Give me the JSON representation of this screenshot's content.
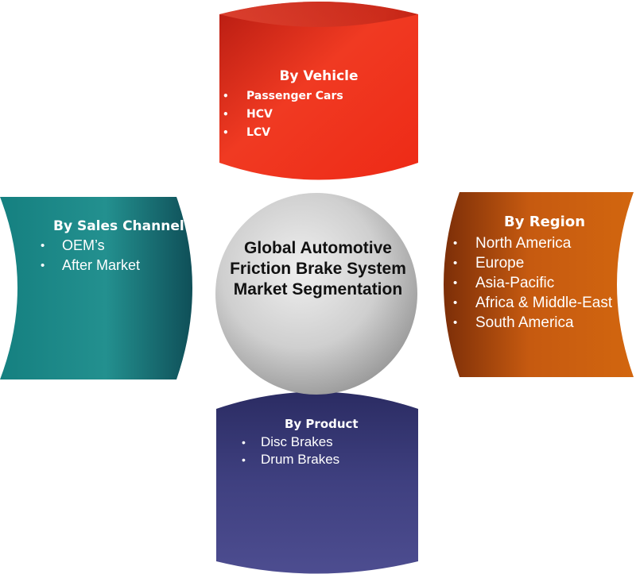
{
  "center": {
    "title": "Global Automotive Friction Brake System Market Segmentation"
  },
  "segments": {
    "vehicle": {
      "title": "By Vehicle",
      "items": [
        "Passenger Cars",
        "HCV",
        "LCV"
      ],
      "color": "#e8321e"
    },
    "sales_channel": {
      "title": "By Sales Channel",
      "items": [
        "OEM’s",
        "After Market"
      ],
      "color": "#1f8a8a"
    },
    "region": {
      "title": "By Region",
      "items": [
        "North America",
        "Europe",
        "Asia-Pacific",
        "Africa & Middle-East",
        "South America"
      ],
      "color": "#c4560d"
    },
    "product": {
      "title": "By Product",
      "items": [
        "Disc Brakes",
        "Drum Brakes"
      ],
      "color": "#3b3c78"
    }
  }
}
